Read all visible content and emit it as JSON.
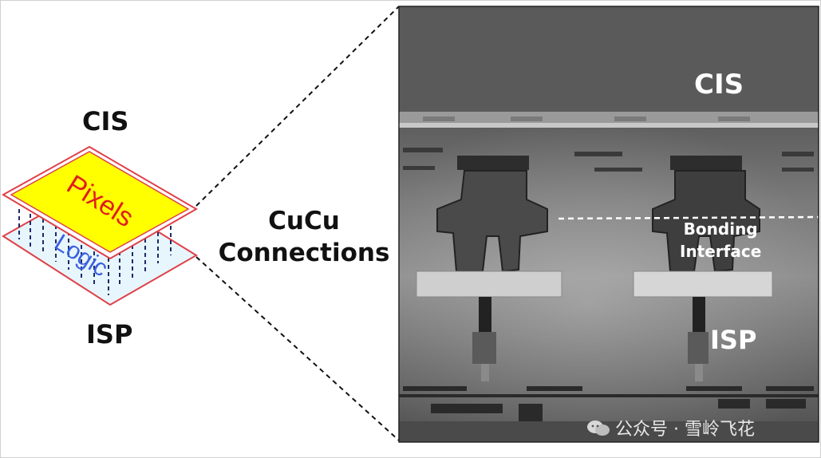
{
  "diagram": {
    "top_layer_label": "CIS",
    "bottom_layer_label": "ISP",
    "top_chip_text": "Pixels",
    "bottom_chip_text": "Logic",
    "connection_label_line1": "CuCu",
    "connection_label_line2": "Connections"
  },
  "photo": {
    "top_label": "CIS",
    "interface_label_line1": "Bonding",
    "interface_label_line2": "Interface",
    "bottom_label": "ISP"
  },
  "watermark": {
    "text": "公众号 · 雪岭飞花",
    "icon": "wechat-icon"
  },
  "colors": {
    "pixels_fill": "#ffff00",
    "pixels_text": "#e01e1e",
    "logic_fill": "#e6f6fc",
    "logic_text": "#3b5fe0",
    "chip_outline": "#e0404a"
  }
}
